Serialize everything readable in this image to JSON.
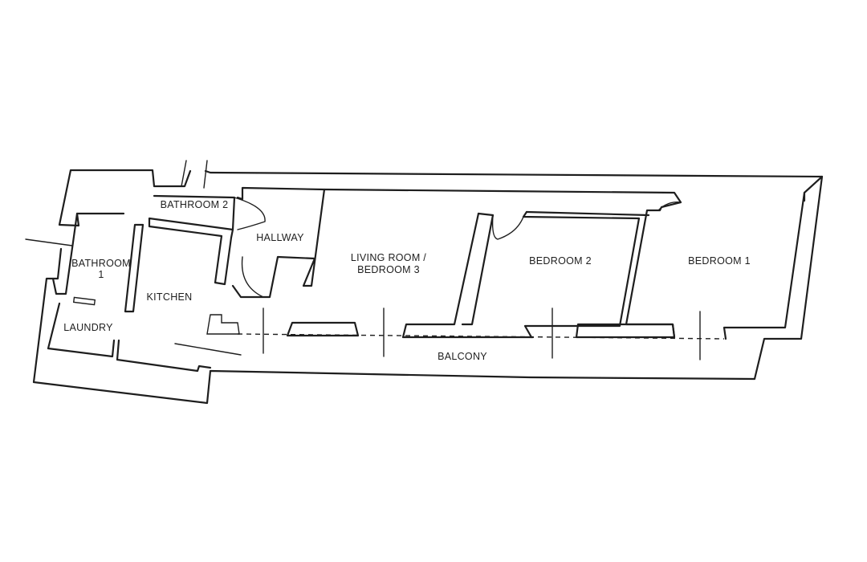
{
  "rooms": {
    "bathroom_2": "BATHROOM 2",
    "hallway": "HALLWAY",
    "bathroom_1_line1": "BATHROOM",
    "bathroom_1_line2": "1",
    "kitchen": "KITCHEN",
    "laundry": "LAUNDRY",
    "living_line1": "LIVING ROOM /",
    "living_line2": "BEDROOM 3",
    "bedroom_2": "BEDROOM 2",
    "bedroom_1": "BEDROOM 1",
    "balcony": "BALCONY"
  }
}
